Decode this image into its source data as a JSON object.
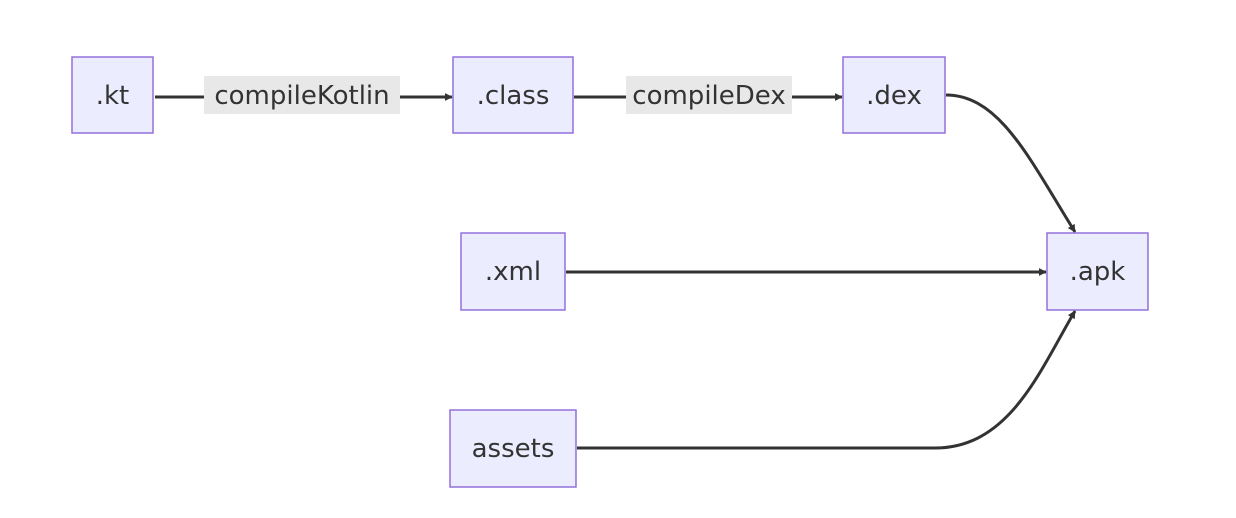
{
  "nodes": {
    "kt": ".kt",
    "class": ".class",
    "dex": ".dex",
    "xml": ".xml",
    "apk": ".apk",
    "assets": "assets"
  },
  "edges": {
    "kt_to_class": "compileKotlin",
    "class_to_dex": "compileDex"
  },
  "colors": {
    "node_fill": "#ECECFF",
    "node_stroke": "#9370DB",
    "edge": "#333333",
    "edge_label_bg": "#e8e8e8"
  }
}
